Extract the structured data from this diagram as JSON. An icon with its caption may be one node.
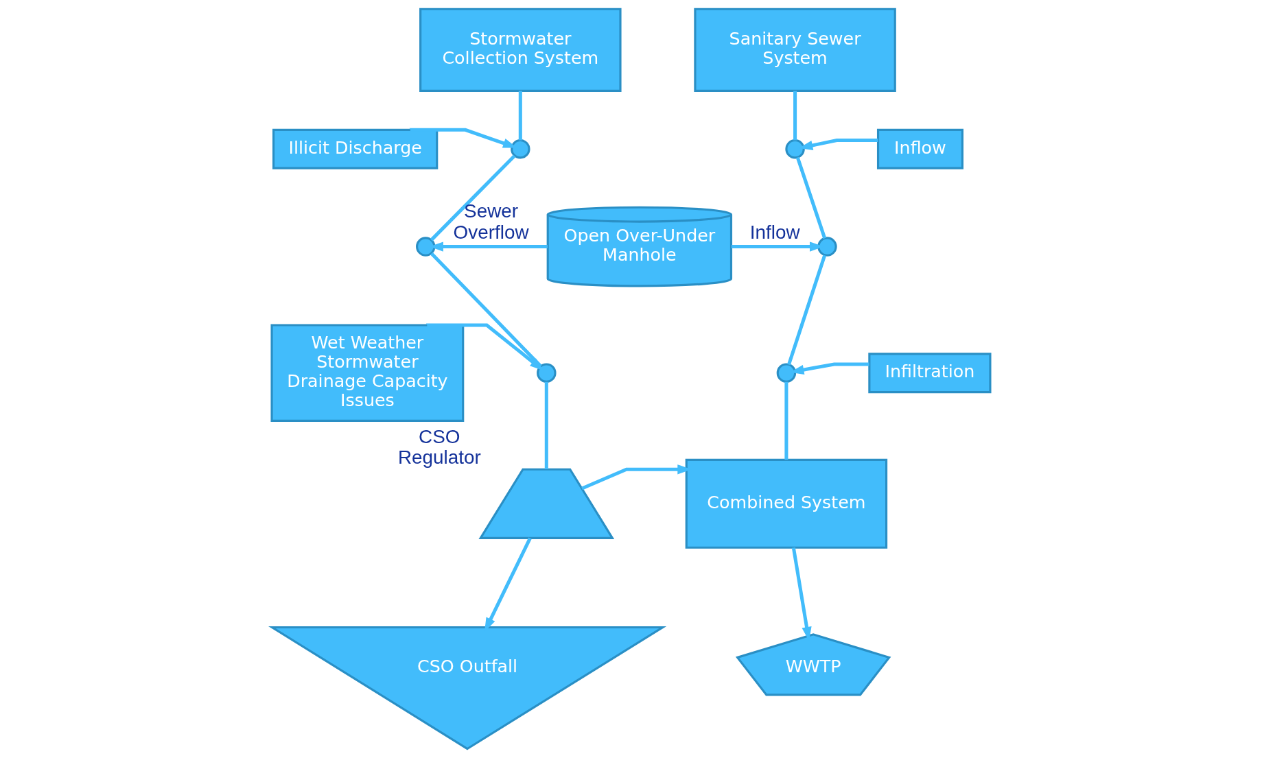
{
  "diagram": {
    "nodes": [
      {
        "text": [
          "Stormwater Collection System"
        ]
      },
      {
        "text": [
          "Sanitary Sewer System"
        ]
      },
      {
        "text": [
          "Illicit Discharge"
        ]
      },
      {
        "text": [],
        "shape": "circle"
      },
      {
        "text": [],
        "shape": "circle"
      },
      {
        "text": [
          "Inflow"
        ]
      },
      {
        "text": [
          "Open Over-Under Manhole"
        ]
      },
      {
        "text": [],
        "shape": "circle"
      },
      {
        "text": [],
        "shape": "circle"
      },
      {
        "text": [
          "Wet Weather Stormwater Drainage Capacity Issues"
        ]
      },
      {
        "text": [],
        "shape": "circle"
      },
      {
        "text": [],
        "shape": "circle"
      },
      {
        "text": [
          "Infiltration"
        ]
      },
      {
        "text": [],
        "shape": "bowtie",
        "beside": [
          "CSO Regulator"
        ]
      },
      {
        "text": [
          "Combined System"
        ]
      },
      {
        "text": [
          "CSO Outfall"
        ]
      },
      {
        "text": [
          "WWTP"
        ]
      }
    ],
    "edges": [
      {
        "from": 0,
        "to": 3,
        "arrow": "none"
      },
      {
        "from": 3,
        "to": 7,
        "arrow": "none"
      },
      {
        "from": 7,
        "to": 10,
        "arrow": "none"
      },
      {
        "from": 10,
        "to": 13,
        "arrow": "none"
      },
      {
        "from": 2,
        "to": 3,
        "arrow": "to"
      },
      {
        "from": 6,
        "to": 7,
        "arrow": "to",
        "label": "Sewer Overflow"
      },
      {
        "from": 9,
        "to": 10,
        "arrow": "to"
      },
      {
        "from": 13,
        "to": 15,
        "arrow": "to"
      },
      {
        "from": 13,
        "to": 14,
        "arrow": "to"
      },
      {
        "from": 1,
        "to": 4,
        "arrow": "none"
      },
      {
        "from": 4,
        "to": 8,
        "arrow": "none"
      },
      {
        "from": 8,
        "to": 11,
        "arrow": "none"
      },
      {
        "from": 11,
        "to": 14,
        "arrow": "none"
      },
      {
        "from": 5,
        "to": 4,
        "arrow": "to"
      },
      {
        "from": 6,
        "to": 8,
        "arrow": "to",
        "label": "Inflow"
      },
      {
        "from": 12,
        "to": 11,
        "arrow": "to"
      },
      {
        "from": 14,
        "to": 16,
        "arrow": "to"
      }
    ]
  }
}
